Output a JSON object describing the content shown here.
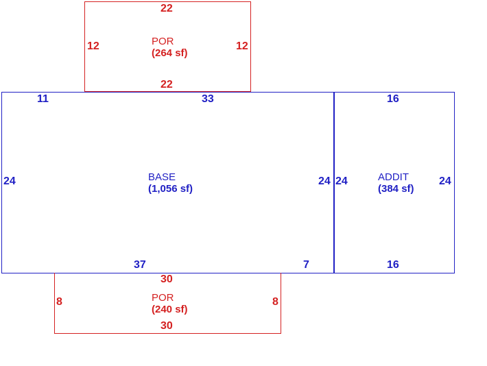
{
  "colors": {
    "base": "#1f1fc4",
    "porch": "#d42020"
  },
  "porch_top": {
    "name": "POR",
    "area": "(264 sf)",
    "dims": {
      "top": "22",
      "left": "12",
      "right": "12",
      "bottom": "22"
    }
  },
  "base": {
    "name": "BASE",
    "area": "(1,056 sf)",
    "dims": {
      "top_left": "11",
      "top": "33",
      "left": "24",
      "right": "24",
      "bottom": "37",
      "bottom_right": "7"
    }
  },
  "addit": {
    "name": "ADDIT",
    "area": "(384 sf)",
    "dims": {
      "top": "16",
      "left": "24",
      "right": "24",
      "bottom": "16"
    }
  },
  "porch_bottom": {
    "name": "POR",
    "area": "(240 sf)",
    "dims": {
      "top": "30",
      "left": "8",
      "right": "8",
      "bottom": "30"
    }
  }
}
